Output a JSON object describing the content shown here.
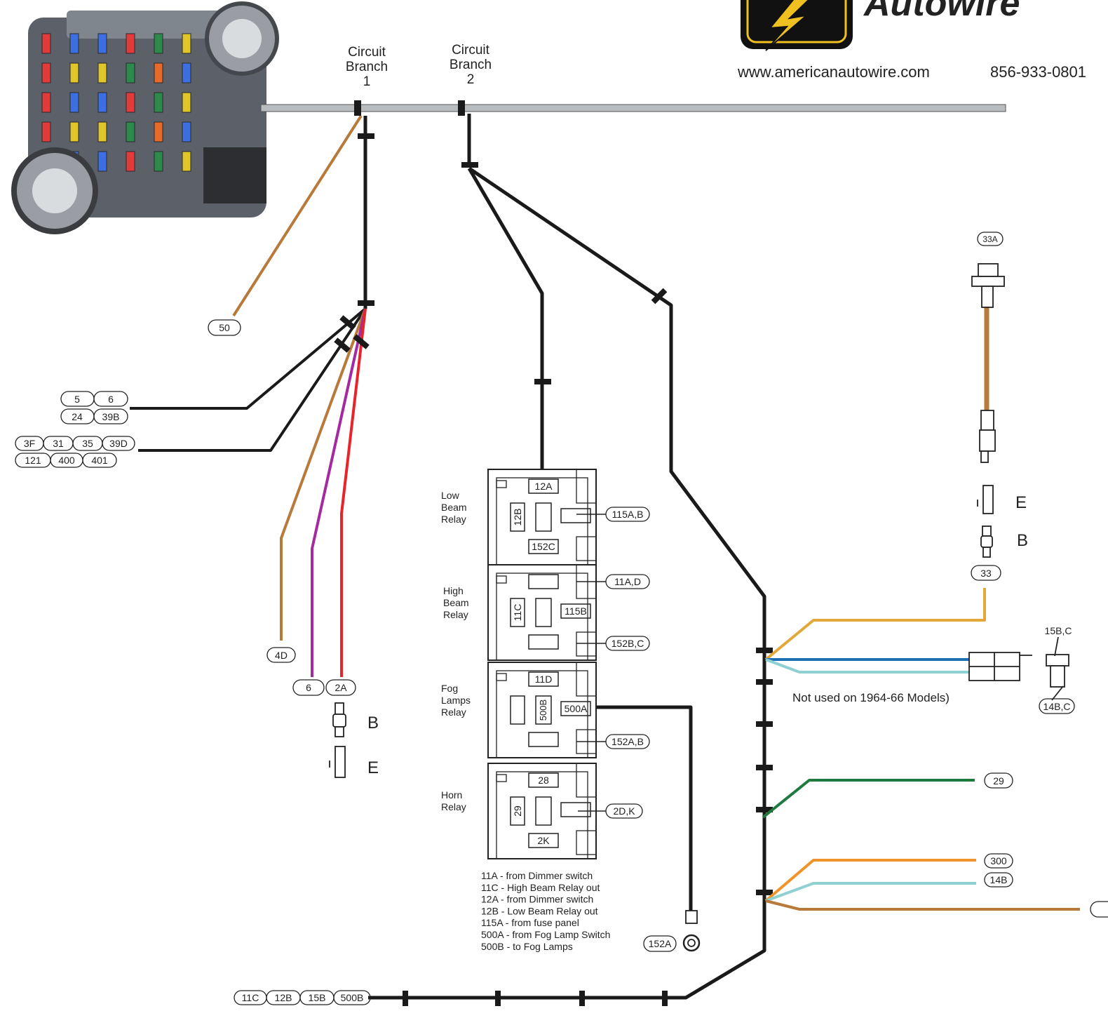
{
  "brand": {
    "name": "Autowire",
    "website": "www.americanautowire.com",
    "phone": "856-933-0801"
  },
  "branches": [
    {
      "line1": "Circuit",
      "line2": "Branch",
      "num": "1"
    },
    {
      "line1": "Circuit",
      "line2": "Branch",
      "num": "2"
    }
  ],
  "circuits": {
    "c50": "50",
    "row1": [
      "5",
      "6"
    ],
    "row2": [
      "24",
      "39B"
    ],
    "row3": [
      "3F",
      "31",
      "35",
      "39D"
    ],
    "row4": [
      "121",
      "400",
      "401"
    ],
    "c4D": "4D",
    "c6": "6",
    "c2A": "2A",
    "c33A": "33A",
    "c33": "33",
    "c15BC": "15B,C",
    "c14BC": "14B,C",
    "c29": "29",
    "c300": "300",
    "c14B": "14B",
    "c152A": "152A",
    "bottom": [
      "11C",
      "12B",
      "15B",
      "500B"
    ]
  },
  "connector_letters": {
    "b": "B",
    "e": "E"
  },
  "note": "Not used on 1964-66 Models)",
  "relays": [
    {
      "name": [
        "Low",
        "Beam",
        "Relay"
      ],
      "top": "12A",
      "left": "12B",
      "bottom": "152C",
      "right": "",
      "callouts": [
        "115A,B"
      ]
    },
    {
      "name": [
        "High",
        "Beam",
        "Relay"
      ],
      "top": "",
      "left": "11C",
      "bottom": "",
      "right": "115B",
      "callouts": [
        "11A,D",
        "152B,C"
      ]
    },
    {
      "name": [
        "Fog",
        "Lamps",
        "Relay"
      ],
      "top": "11D",
      "left": "",
      "bottom": "",
      "right": "500A",
      "mid": "500B",
      "callouts": [
        "152A,B"
      ]
    },
    {
      "name": [
        "Horn",
        "Relay"
      ],
      "top": "28",
      "left": "29",
      "bottom": "2K",
      "right": "",
      "callouts": [
        "2D,K"
      ]
    }
  ],
  "legend": [
    "11A  -  from Dimmer switch",
    "11C  -  High Beam Relay out",
    "12A  -  from Dimmer switch",
    "12B  -  Low Beam Relay out",
    "115A - from fuse panel",
    "500A - from Fog Lamp Switch",
    "500B - to Fog Lamps"
  ]
}
